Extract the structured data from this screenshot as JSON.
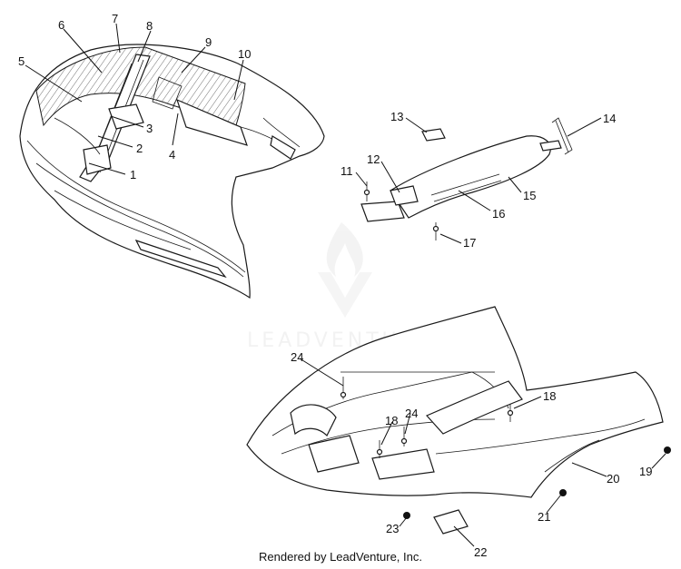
{
  "footer": {
    "text": "Rendered by LeadVenture, Inc."
  },
  "watermark": {
    "text": "LEADVENTURE"
  },
  "callouts": [
    "1",
    "2",
    "3",
    "4",
    "5",
    "6",
    "7",
    "8",
    "9",
    "10",
    "11",
    "12",
    "13",
    "14",
    "15",
    "16",
    "17",
    "18",
    "18",
    "19",
    "20",
    "21",
    "22",
    "23",
    "24",
    "24"
  ]
}
